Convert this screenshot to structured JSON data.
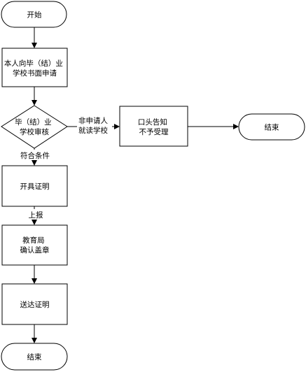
{
  "diagram": {
    "nodes": {
      "start": {
        "lines": [
          "开始"
        ]
      },
      "apply": {
        "lines": [
          "本人向毕（结）业",
          "学校书面申请"
        ]
      },
      "review": {
        "lines": [
          "毕（结）业",
          "学校审核"
        ]
      },
      "reject": {
        "lines": [
          "口头告知",
          "不予受理"
        ]
      },
      "end_right": {
        "lines": [
          "结束"
        ]
      },
      "issue": {
        "lines": [
          "开具证明"
        ]
      },
      "bureau": {
        "lines": [
          "教育局",
          "确认盖章"
        ]
      },
      "deliver": {
        "lines": [
          "送达证明"
        ]
      },
      "end_bottom": {
        "lines": [
          "结束"
        ]
      }
    },
    "edges": {
      "review_to_reject": {
        "lines": [
          "非申请人",
          "就读学校"
        ]
      },
      "review_to_issue": {
        "lines": [
          "符合条件"
        ]
      },
      "issue_to_bureau": {
        "lines": [
          "上报"
        ]
      }
    }
  }
}
